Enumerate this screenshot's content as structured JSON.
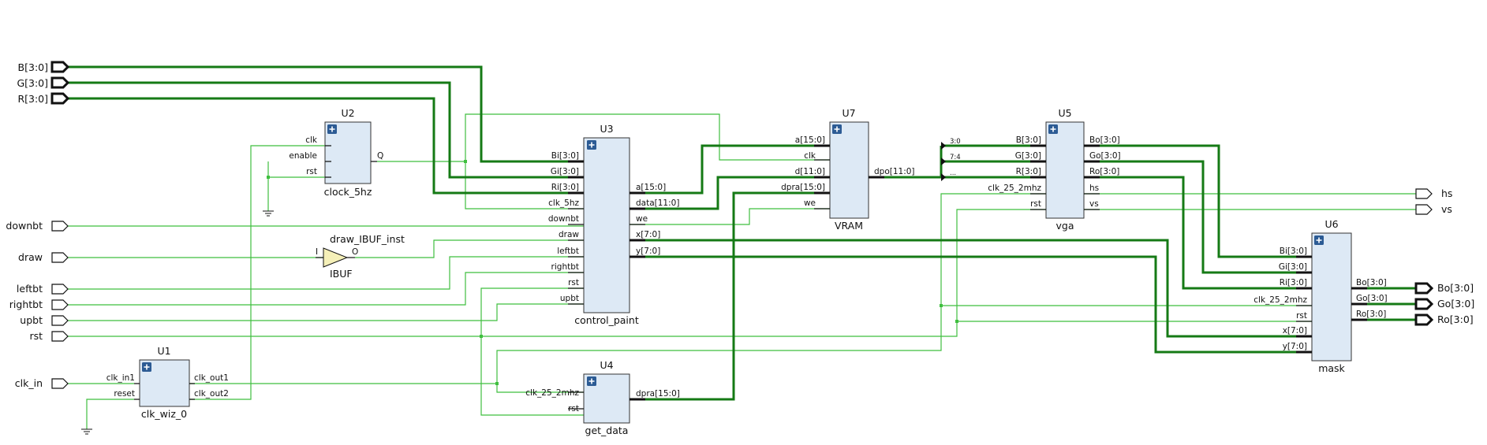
{
  "ports": {
    "B": "B[3:0]",
    "G": "G[3:0]",
    "R": "R[3:0]",
    "downbt": "downbt",
    "draw": "draw",
    "leftbt": "leftbt",
    "rightbt": "rightbt",
    "upbt": "upbt",
    "rst": "rst",
    "clk_in": "clk_in",
    "hs": "hs",
    "vs": "vs",
    "Bo": "Bo[3:0]",
    "Go": "Go[3:0]",
    "Ro": "Ro[3:0]"
  },
  "blocks": {
    "U1": {
      "instance": "U1",
      "module": "clk_wiz_0",
      "in_pins": [
        "clk_in1",
        "reset"
      ],
      "out_pins": [
        "clk_out1",
        "clk_out2"
      ]
    },
    "U2": {
      "instance": "U2",
      "module": "clock_5hz",
      "in_pins": [
        "clk",
        "enable",
        "rst"
      ],
      "out_pins": [
        "Q"
      ]
    },
    "U3": {
      "instance": "U3",
      "module": "control_paint",
      "in_pins": [
        "Bi[3:0]",
        "Gi[3:0]",
        "Ri[3:0]",
        "clk_5hz",
        "downbt",
        "draw",
        "leftbt",
        "rightbt",
        "rst",
        "upbt"
      ],
      "out_pins": [
        "a[15:0]",
        "data[11:0]",
        "we",
        "x[7:0]",
        "y[7:0]"
      ]
    },
    "U4": {
      "instance": "U4",
      "module": "get_data",
      "in_pins": [
        "clk_25_2mhz",
        "rst"
      ],
      "out_pins": [
        "dpra[15:0]"
      ]
    },
    "U5": {
      "instance": "U5",
      "module": "vga",
      "in_pins": [
        "B[3:0]",
        "G[3:0]",
        "R[3:0]",
        "clk_25_2mhz",
        "rst"
      ],
      "out_pins": [
        "Bo[3:0]",
        "Go[3:0]",
        "Ro[3:0]",
        "hs",
        "vs"
      ]
    },
    "U6": {
      "instance": "U6",
      "module": "mask",
      "in_pins": [
        "Bi[3:0]",
        "Gi[3:0]",
        "Ri[3:0]",
        "clk_25_2mhz",
        "rst",
        "x[7:0]",
        "y[7:0]"
      ],
      "out_pins": [
        "Bo[3:0]",
        "Go[3:0]",
        "Ro[3:0]"
      ]
    },
    "U7": {
      "instance": "U7",
      "module": "VRAM",
      "in_pins": [
        "a[15:0]",
        "clk",
        "d[11:0]",
        "dpra[15:0]",
        "we"
      ],
      "out_pins": [
        "dpo[11:0]"
      ]
    }
  },
  "ibuf": {
    "instance": "draw_IBUF_inst",
    "type": "IBUF",
    "in_pin": "I",
    "out_pin": "O"
  },
  "ripper_labels": [
    "3:0",
    "7:4",
    "..."
  ],
  "colors": {
    "wire": "#3fbf3f",
    "bus": "#157a15",
    "block_fill": "#dde9f5",
    "block_icon": "#2c5b94",
    "ibuf_fill": "#f5f0b8"
  },
  "icons": {
    "expand": "plus-square-icon",
    "ground": "ground-icon",
    "buffer": "buffer-triangle-icon"
  }
}
